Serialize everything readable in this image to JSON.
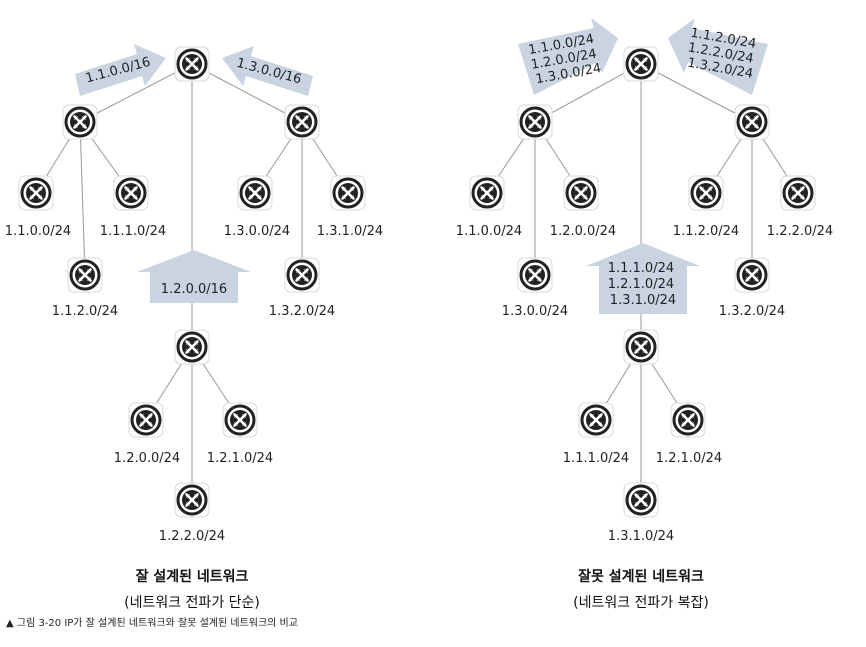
{
  "left": {
    "title": "잘 설계된 네트워크",
    "subtitle": "(네트워크 전파가 단순)",
    "arrows": {
      "top_left": "1.1.0.0/16",
      "top_right": "1.3.0.0/16",
      "middle": "1.2.0.0/16"
    },
    "labels": {
      "n_110": "1.1.0.0/24",
      "n_111": "1.1.1.0/24",
      "n_112": "1.1.2.0/24",
      "n_130": "1.3.0.0/24",
      "n_131": "1.3.1.0/24",
      "n_132": "1.3.2.0/24",
      "n_120": "1.2.0.0/24",
      "n_121": "1.2.1.0/24",
      "n_122": "1.2.2.0/24"
    }
  },
  "right": {
    "title": "잘못 설계된 네트워크",
    "subtitle": "(네트워크 전파가 복잡)",
    "arrows": {
      "top_left": [
        "1.1.0.0/24",
        "1.2.0.0/24",
        "1.3.0.0/24"
      ],
      "top_right": [
        "1.1.2.0/24",
        "1.2.2.0/24",
        "1.3.2.0/24"
      ],
      "middle": [
        "1.1.1.0/24",
        "1.2.1.0/24",
        "1.3.1.0/24"
      ]
    },
    "labels": {
      "n_a": "1.1.0.0/24",
      "n_b": "1.2.0.0/24",
      "n_c": "1.3.0.0/24",
      "n_d": "1.1.2.0/24",
      "n_e": "1.2.2.0/24",
      "n_f": "1.3.2.0/24",
      "n_g": "1.1.1.0/24",
      "n_h": "1.2.1.0/24",
      "n_i": "1.3.1.0/24"
    }
  },
  "caption": "▲ 그림 3-20 IP가 잘 설계된 네트워크와 잘못 설계된 네트워크의 비교",
  "colors": {
    "arrow_fill": "#c9d3e2",
    "line": "#999999",
    "node_border": "#222222"
  },
  "icon": "router-icon"
}
